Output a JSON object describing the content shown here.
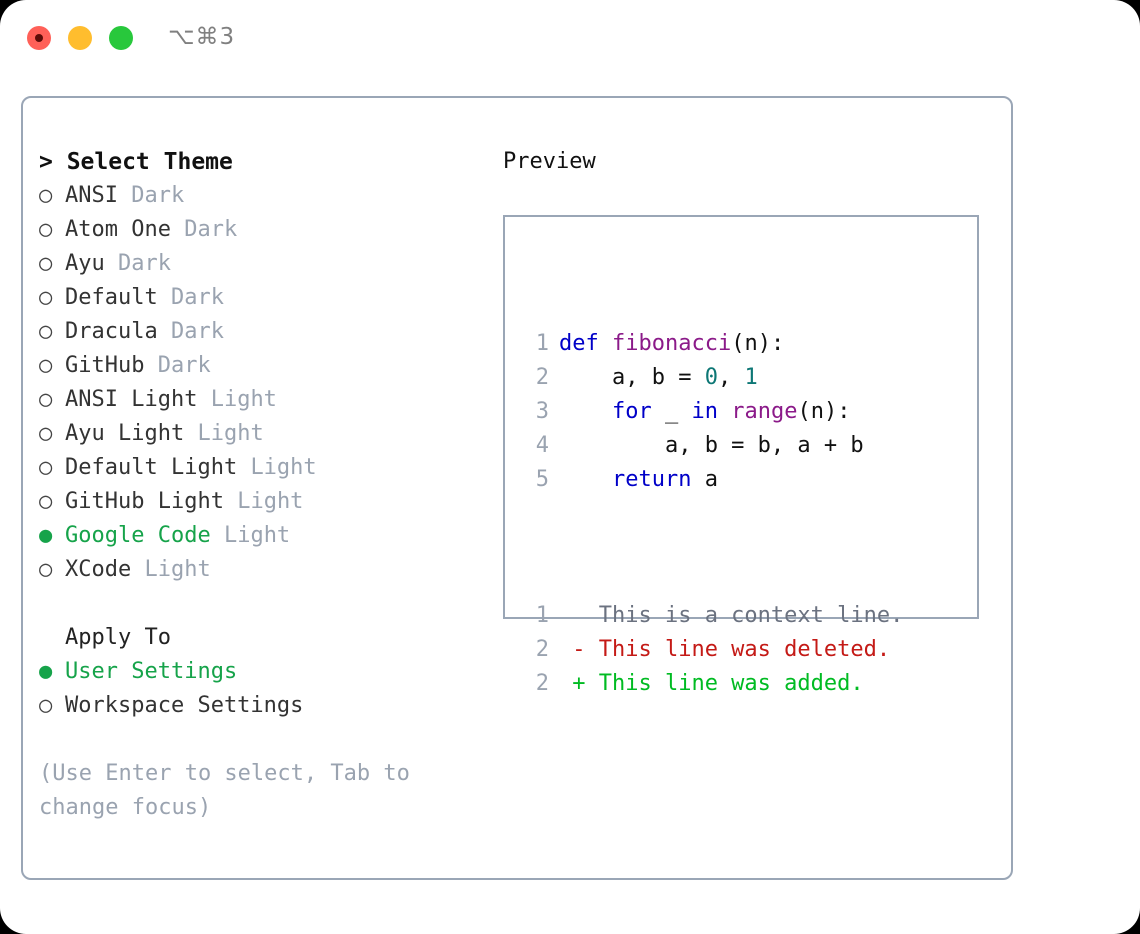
{
  "window": {
    "title": "⌥⌘3",
    "traffic_lights": [
      "close",
      "minimize",
      "maximize"
    ]
  },
  "theme_list": {
    "header": "> Select Theme",
    "selected": "Google Code",
    "marker_selected": "●",
    "marker_unselected": "○",
    "items": [
      {
        "name": "ANSI",
        "variant": "Dark",
        "selected": false
      },
      {
        "name": "Atom One",
        "variant": "Dark",
        "selected": false
      },
      {
        "name": "Ayu",
        "variant": "Dark",
        "selected": false
      },
      {
        "name": "Default",
        "variant": "Dark",
        "selected": false
      },
      {
        "name": "Dracula",
        "variant": "Dark",
        "selected": false
      },
      {
        "name": "GitHub",
        "variant": "Dark",
        "selected": false
      },
      {
        "name": "ANSI Light",
        "variant": "Light",
        "selected": false
      },
      {
        "name": "Ayu Light",
        "variant": "Light",
        "selected": false
      },
      {
        "name": "Default Light",
        "variant": "Light",
        "selected": false
      },
      {
        "name": "GitHub Light",
        "variant": "Light",
        "selected": false
      },
      {
        "name": "Google Code",
        "variant": "Light",
        "selected": true
      },
      {
        "name": "XCode",
        "variant": "Light",
        "selected": false
      }
    ]
  },
  "apply_to": {
    "header": "Apply To",
    "selected": "User Settings",
    "items": [
      {
        "name": "User Settings",
        "selected": true
      },
      {
        "name": "Workspace Settings",
        "selected": false
      }
    ]
  },
  "hint": "(Use Enter to select, Tab to change focus)",
  "preview": {
    "title": "Preview",
    "code_lines": [
      {
        "num": "1",
        "tokens": [
          {
            "t": "def",
            "c": "kw"
          },
          {
            "t": " ",
            "c": "pl"
          },
          {
            "t": "fibonacci",
            "c": "fn"
          },
          {
            "t": "(n):",
            "c": "pl"
          }
        ]
      },
      {
        "num": "2",
        "tokens": [
          {
            "t": "    a, b = ",
            "c": "pl"
          },
          {
            "t": "0",
            "c": "num"
          },
          {
            "t": ", ",
            "c": "pl"
          },
          {
            "t": "1",
            "c": "num"
          }
        ]
      },
      {
        "num": "3",
        "tokens": [
          {
            "t": "    ",
            "c": "pl"
          },
          {
            "t": "for",
            "c": "kw"
          },
          {
            "t": " _ ",
            "c": "pl"
          },
          {
            "t": "in",
            "c": "kw"
          },
          {
            "t": " ",
            "c": "pl"
          },
          {
            "t": "range",
            "c": "fn"
          },
          {
            "t": "(n):",
            "c": "pl"
          }
        ]
      },
      {
        "num": "4",
        "tokens": [
          {
            "t": "        a, b = b, a + b",
            "c": "pl"
          }
        ]
      },
      {
        "num": "5",
        "tokens": [
          {
            "t": "    ",
            "c": "pl"
          },
          {
            "t": "return",
            "c": "kw"
          },
          {
            "t": " a",
            "c": "pl"
          }
        ]
      }
    ],
    "diff_lines": [
      {
        "num": "1",
        "marker": " ",
        "text": "This is a context line.",
        "kind": "diff-ctx"
      },
      {
        "num": "2",
        "marker": "-",
        "text": "This line was deleted.",
        "kind": "diff-del"
      },
      {
        "num": "2",
        "marker": "+",
        "text": "This line was added.",
        "kind": "diff-add"
      }
    ]
  },
  "colors": {
    "accent_green": "#16a34a",
    "border": "#9aa6b6",
    "muted": "#9aa3b0",
    "keyword": "#0000c8",
    "function": "#8b1a89",
    "number": "#0d7775",
    "diff_delete": "#c41a16",
    "diff_add": "#00bb22",
    "traffic_close": "#ff6058",
    "traffic_min": "#ffbd2e",
    "traffic_max": "#28c83c"
  }
}
